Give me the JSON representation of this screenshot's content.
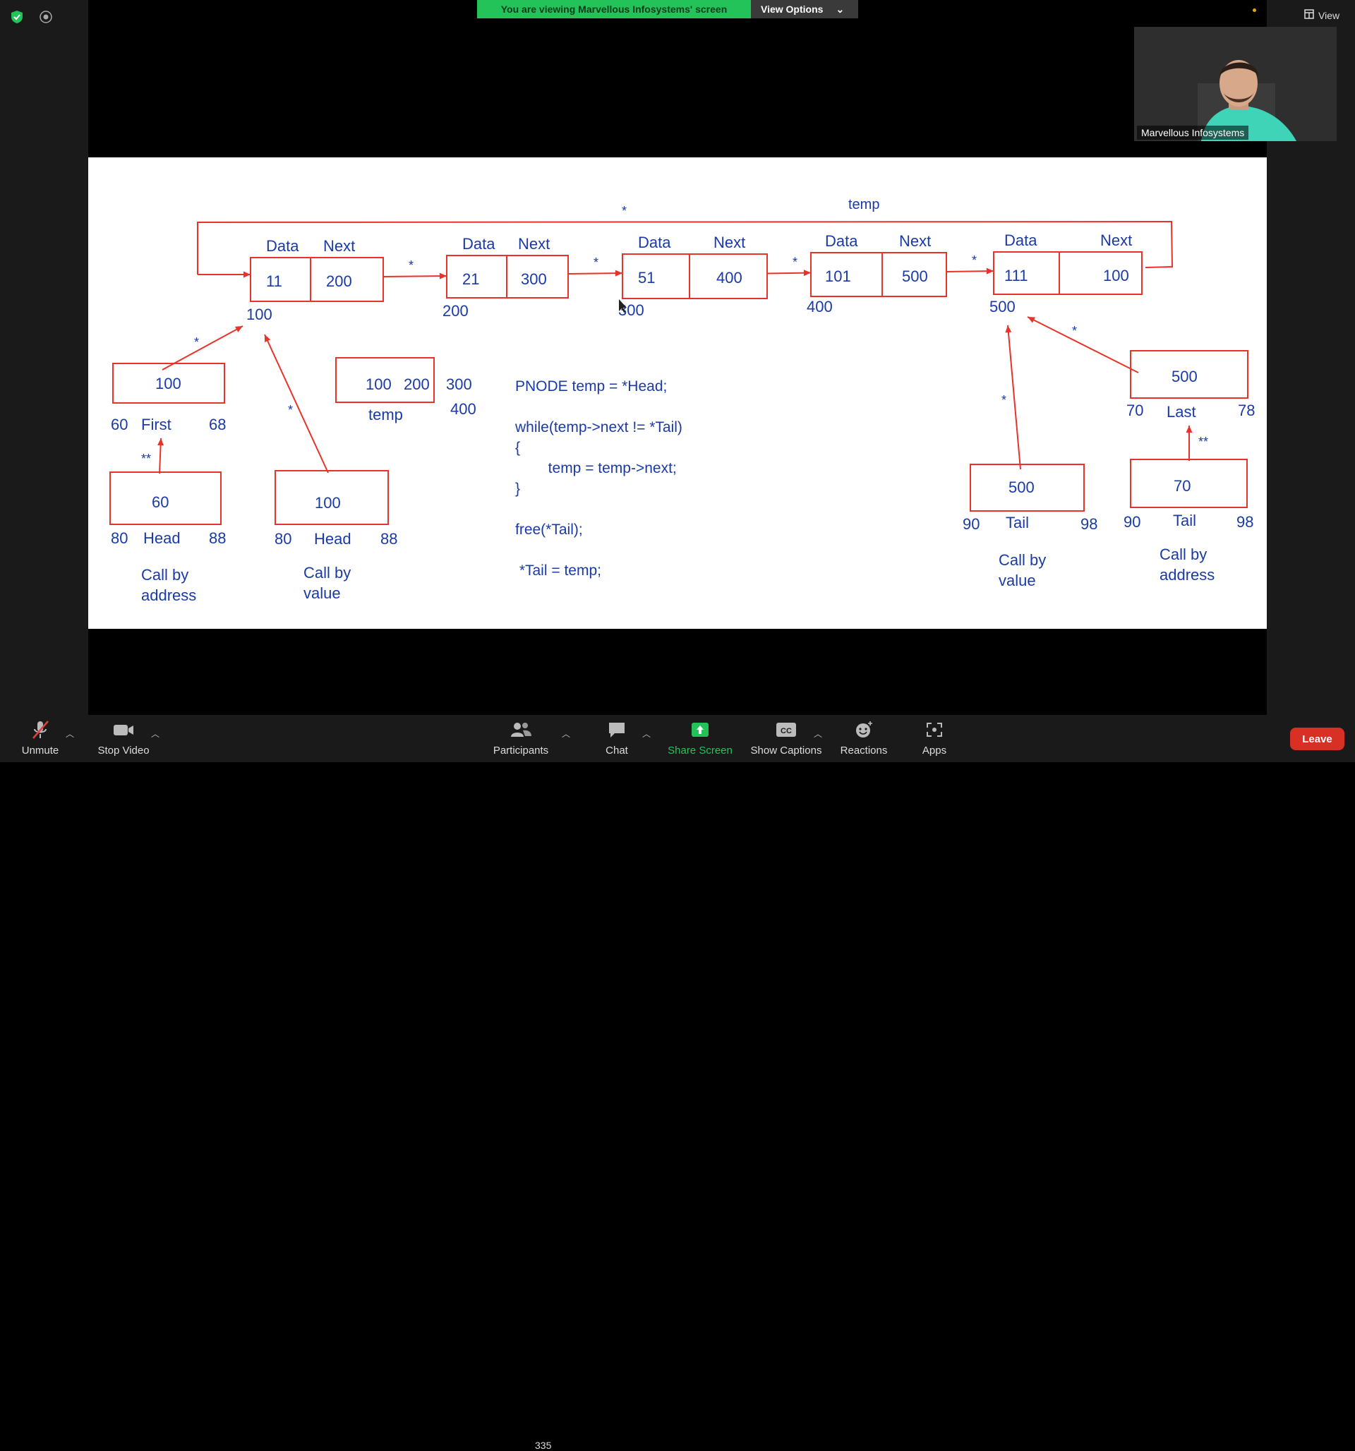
{
  "banner": {
    "viewing": "You are viewing Marvellous Infosystems' screen",
    "view_options": "View Options"
  },
  "topright": {
    "view_label": "View"
  },
  "video": {
    "name": "Marvellous Infosystems"
  },
  "toolbar": {
    "unmute": "Unmute",
    "stop_video": "Stop Video",
    "participants": "Participants",
    "participants_count": "335",
    "chat": "Chat",
    "share_screen": "Share Screen",
    "show_captions": "Show Captions",
    "reactions": "Reactions",
    "apps": "Apps",
    "leave": "Leave"
  },
  "slide": {
    "loop_star": "*",
    "temp_top": "temp",
    "nodes": [
      {
        "data": "11",
        "next": "200",
        "addr": "100",
        "h_data": "Data",
        "h_next": "Next"
      },
      {
        "data": "21",
        "next": "300",
        "addr": "200",
        "h_data": "Data",
        "h_next": "Next"
      },
      {
        "data": "51",
        "next": "400",
        "addr": "300",
        "h_data": "Data",
        "h_next": "Next"
      },
      {
        "data": "101",
        "next": "500",
        "addr": "400",
        "h_data": "Data",
        "h_next": "Next"
      },
      {
        "data": "111",
        "next": "100",
        "addr": "500",
        "h_data": "Data",
        "h_next": "Next"
      }
    ],
    "link_star": "*",
    "first": {
      "value": "100",
      "left": "60",
      "name": "First",
      "right": "68",
      "star": "*"
    },
    "head_addr": {
      "value": "60",
      "left": "80",
      "name": "Head",
      "right": "88",
      "star": "**",
      "caption1": "Call by",
      "caption2": "address"
    },
    "head_val": {
      "value": "100",
      "left": "80",
      "name": "Head",
      "right": "88",
      "star": "*",
      "caption1": "Call by",
      "caption2": "value"
    },
    "temp_box": {
      "v1": "100",
      "v2": "200",
      "side1": "300",
      "side2": "400",
      "name": "temp"
    },
    "code": "PNODE temp = *Head;\n\nwhile(temp->next != *Tail)\n{\n        temp = temp->next;\n}\n\nfree(*Tail);\n\n *Tail = temp;",
    "last": {
      "value": "500",
      "left": "70",
      "name": "Last",
      "right": "78",
      "star": "*"
    },
    "tail_val": {
      "value": "500",
      "left": "90",
      "name": "Tail",
      "right": "98",
      "star": "*",
      "caption1": "Call by",
      "caption2": "value"
    },
    "tail_addr": {
      "value": "70",
      "left": "90",
      "name": "Tail",
      "right": "98",
      "star": "**",
      "caption1": "Call by",
      "caption2": "address"
    }
  }
}
